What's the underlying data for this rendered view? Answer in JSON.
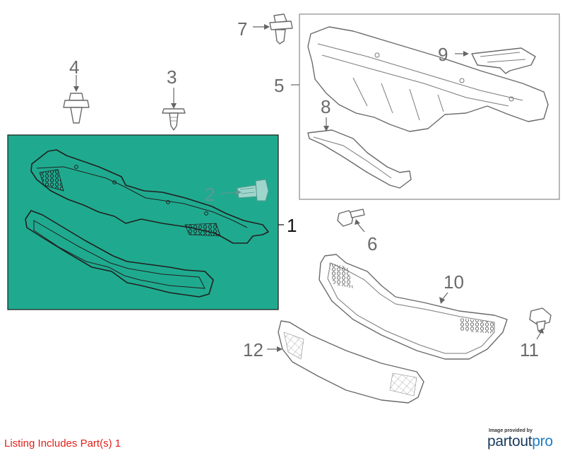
{
  "diagram": {
    "callouts": {
      "c1": "1",
      "c2": "2",
      "c3": "3",
      "c4": "4",
      "c5": "5",
      "c6": "6",
      "c7": "7",
      "c8": "8",
      "c9": "9",
      "c10": "10",
      "c11": "11",
      "c12": "12"
    },
    "highlight_color": "#1faa8f"
  },
  "footer": {
    "note": "Listing Includes Part(s) 1",
    "note_color": "#e0201c"
  },
  "brand": {
    "credit": "Image provided by",
    "logo_part1": "partout",
    "logo_part2": "pro"
  }
}
